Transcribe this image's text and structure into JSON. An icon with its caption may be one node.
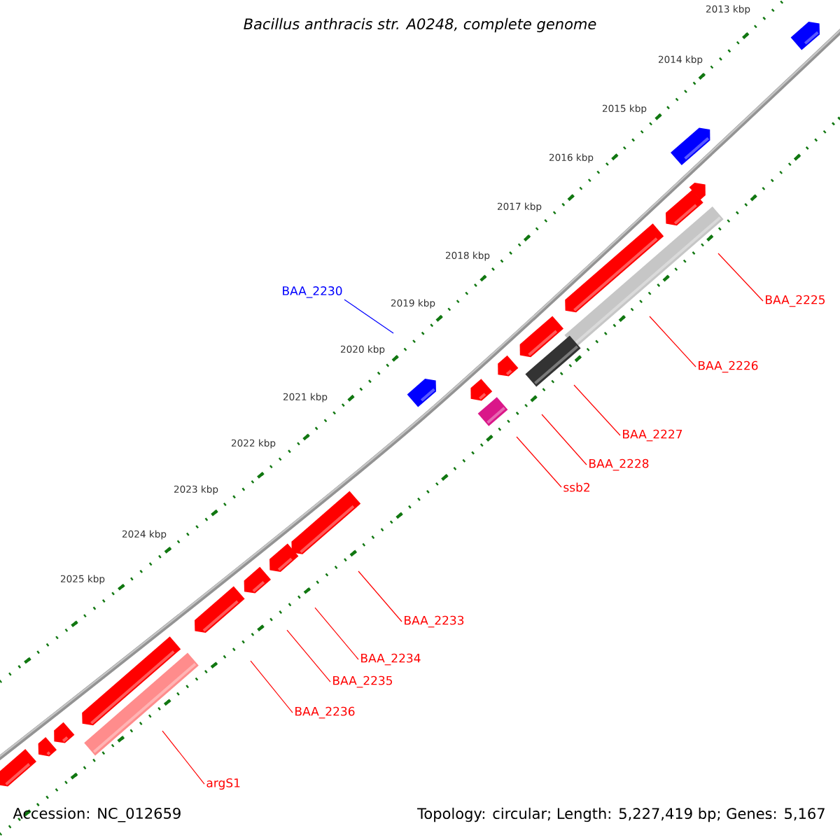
{
  "diagram": {
    "title": "Bacillus anthracis str. A0248, complete genome",
    "nodes": [
      {
        "text": [
          "BAA_2230"
        ]
      },
      {
        "text": [
          "BAA_2225"
        ]
      },
      {
        "text": [
          "BAA_2226"
        ]
      },
      {
        "text": [
          "BAA_2227"
        ]
      },
      {
        "text": [
          "BAA_2228"
        ]
      },
      {
        "text": [
          "ssb2"
        ]
      },
      {
        "text": [
          "BAA_2233"
        ]
      },
      {
        "text": [
          "BAA_2234"
        ]
      },
      {
        "text": [
          "BAA_2235"
        ]
      },
      {
        "text": [
          "BAA_2236"
        ]
      },
      {
        "text": [
          "argS1"
        ]
      }
    ],
    "edges": [
      {
        "from": 0,
        "to": null,
        "arrow": "none",
        "color": "#0000ff"
      },
      {
        "from": 1,
        "to": null,
        "arrow": "none"
      },
      {
        "from": 2,
        "to": null,
        "arrow": "none"
      },
      {
        "from": 3,
        "to": null,
        "arrow": "none"
      },
      {
        "from": 4,
        "to": null,
        "arrow": "none"
      },
      {
        "from": 5,
        "to": null,
        "arrow": "none"
      },
      {
        "from": 6,
        "to": null,
        "arrow": "none"
      },
      {
        "from": 7,
        "to": null,
        "arrow": "none"
      },
      {
        "from": 8,
        "to": null,
        "arrow": "none"
      },
      {
        "from": 9,
        "to": null,
        "arrow": "none"
      },
      {
        "from": 10,
        "to": null,
        "arrow": "none"
      }
    ],
    "labels": [
      "2013 kbp",
      "2014 kbp",
      "2015 kbp",
      "2016 kbp",
      "2017 kbp",
      "2018 kbp",
      "2019 kbp",
      "2020 kbp",
      "2021 kbp",
      "2022 kbp",
      "2023 kbp",
      "2024 kbp",
      "2025 kbp",
      "Accession: NC_012659",
      "Topology: circular; Length: 5,227,419 bp; Genes: 5,167"
    ]
  }
}
